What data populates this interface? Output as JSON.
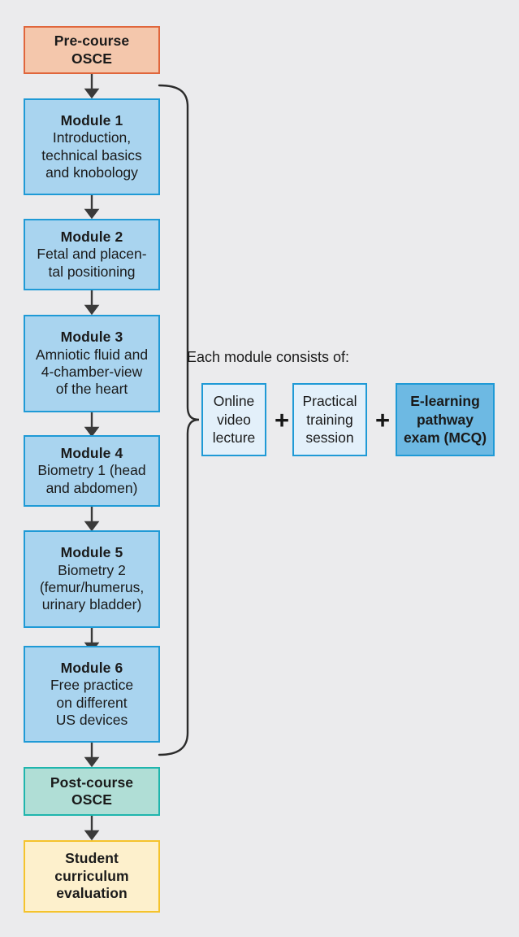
{
  "background_color": "#ebebed",
  "colors": {
    "pre_course_fill": "#f4c7ac",
    "pre_course_border": "#e0663c",
    "module_fill": "#a9d4ef",
    "module_border": "#1f9ad6",
    "post_course_fill": "#b0ded6",
    "post_course_border": "#1fb5ad",
    "evaluation_fill": "#fdf0cc",
    "evaluation_border": "#f5c32c",
    "component_fill": "#e3f0fa",
    "component_dark_fill": "#6db9e3",
    "arrow_color": "#3a3a3a"
  },
  "flow": {
    "pre_course": {
      "line1": "Pre-course",
      "line2": "OSCE"
    },
    "modules": [
      {
        "title": "Module 1",
        "desc_lines": [
          "Introduction,",
          "technical basics",
          "and knobology"
        ]
      },
      {
        "title": "Module 2",
        "desc_lines": [
          "Fetal and placen-",
          "tal positioning"
        ]
      },
      {
        "title": "Module 3",
        "desc_lines": [
          "Amniotic fluid and",
          "4-chamber-view",
          "of the heart"
        ]
      },
      {
        "title": "Module 4",
        "desc_lines": [
          "Biometry 1 (head",
          "and abdomen)"
        ]
      },
      {
        "title": "Module 5",
        "desc_lines": [
          "Biometry 2",
          "(femur/humerus,",
          "urinary bladder)"
        ]
      },
      {
        "title": "Module 6",
        "desc_lines": [
          "Free practice",
          "on different",
          "US devices"
        ]
      }
    ],
    "post_course": {
      "line1": "Post-course",
      "line2": "OSCE"
    },
    "evaluation": {
      "line1": "Student",
      "line2": "curriculum",
      "line3": "evaluation"
    }
  },
  "module_composition": {
    "caption": "Each module consists of:",
    "components": [
      {
        "lines": [
          "Online",
          "video",
          "lecture"
        ],
        "emphasis": false
      },
      {
        "lines": [
          "Practical",
          "training",
          "session"
        ],
        "emphasis": false
      },
      {
        "lines": [
          "E-learning",
          "pathway",
          "exam (MCQ)"
        ],
        "emphasis": true
      }
    ],
    "operators": [
      "+",
      "+"
    ]
  }
}
